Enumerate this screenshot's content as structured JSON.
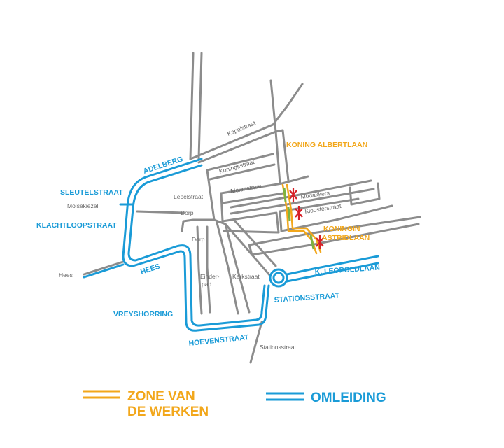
{
  "colors": {
    "road": "#8c8c8c",
    "detour": "#1a9bd7",
    "works_zone": "#f2a71b",
    "marker_red": "#d62027",
    "marker_green": "#7cb342"
  },
  "street_labels": {
    "kapelstraat": "Kapelstraat",
    "koningsstraat": "Koningsstraat",
    "molenstraat": "Molenstraat",
    "mudakkers": "Mudakkers",
    "kloosterstraat": "Kloosterstraat",
    "lepelstraat": "Lepelstraat",
    "molsekiezel": "Molsekiezel",
    "dorp_1": "Dorp",
    "dorp_2": "Dorp",
    "hees_west": "Hees",
    "einderpad_line1": "Einder-",
    "einderpad_line2": "pad",
    "kerkstraat": "Kerkstraat",
    "stationsstraat_south": "Stationsstraat"
  },
  "detour_labels": {
    "adelberg": "ADELBERG",
    "sleutelstraat": "SLEUTELSTRAAT",
    "klachtloopstraat": "KLACHTLOOPSTRAAT",
    "hees": "HEES",
    "vreyshorring": "VREYSHORRING",
    "hoevenstraat": "HOEVENSTRAAT",
    "stationsstraat": "STATIONSSTRAAT",
    "k_leopoldlaan": "K. LEOPOLDLAAN"
  },
  "works_labels": {
    "koning_albertlaan": "KONING ALBERTLAAN",
    "koningin_astridlaan_line1": "KONINGIN",
    "koningin_astridlaan_line2": "ASTRIDLAAN"
  },
  "legend": {
    "works_line1": "ZONE VAN",
    "works_line2": "DE WERKEN",
    "detour": "OMLEIDING"
  }
}
